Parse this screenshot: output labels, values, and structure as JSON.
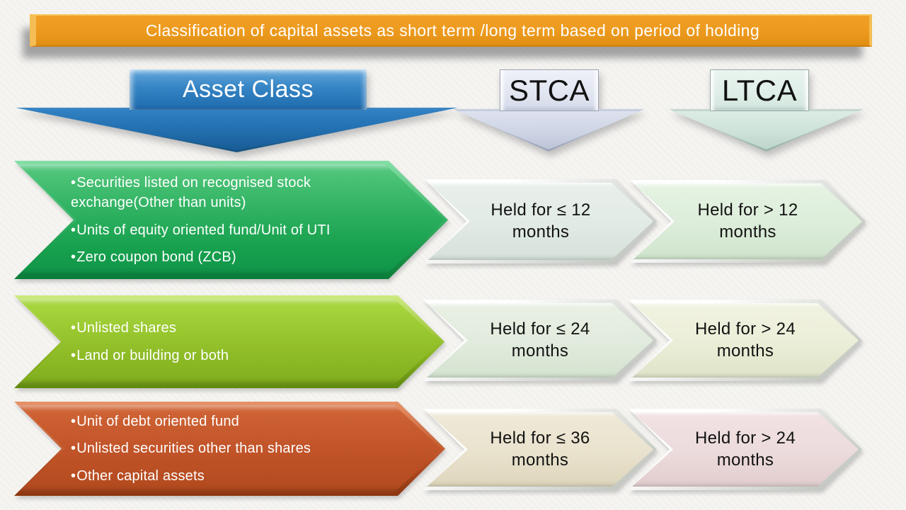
{
  "title": {
    "text": "Classification of capital assets as short term /long term based on period of holding"
  },
  "headers": {
    "asset_class": "Asset Class",
    "stca": "STCA",
    "ltca": "LTCA"
  },
  "rows": [
    {
      "assets": [
        "Securities listed on recognised stock exchange(Other than units)",
        "Units of equity oriented fund/Unit of UTI",
        "Zero coupon bond (ZCB)"
      ],
      "stca": {
        "line1": "Held for ≤ 12",
        "line2": "months"
      },
      "ltca": {
        "line1": "Held for > 12",
        "line2": "months"
      }
    },
    {
      "assets": [
        "Unlisted shares",
        "Land or building or both"
      ],
      "stca": {
        "line1": "Held for ≤ 24",
        "line2": "months"
      },
      "ltca": {
        "line1": "Held for > 24",
        "line2": "months"
      }
    },
    {
      "assets": [
        "Unit of debt oriented fund",
        "Unlisted securities other than shares",
        "Other capital assets"
      ],
      "stca": {
        "line1": "Held for ≤ 36",
        "line2": "months"
      },
      "ltca": {
        "line1": "Held for > 24",
        "line2": "months"
      }
    }
  ],
  "colors": {
    "banner_orange": "#ec9a1e",
    "asset_class_blue": "#2471b2",
    "stca_header_fill": "#e2e6f1",
    "ltca_header_fill": "#dfeee8",
    "row_arrow_fills": [
      "#2eb260",
      "#8cb922",
      "#c0522a"
    ],
    "stca_chevron_fills": [
      "#e1eae5",
      "#e1ebdd",
      "#e9e2cd"
    ],
    "ltca_chevron_fills": [
      "#dcedda",
      "#ebeed7",
      "#ecdbdc"
    ],
    "arrow_text_color": "#ffffff",
    "chevron_text_color": "#121212"
  }
}
